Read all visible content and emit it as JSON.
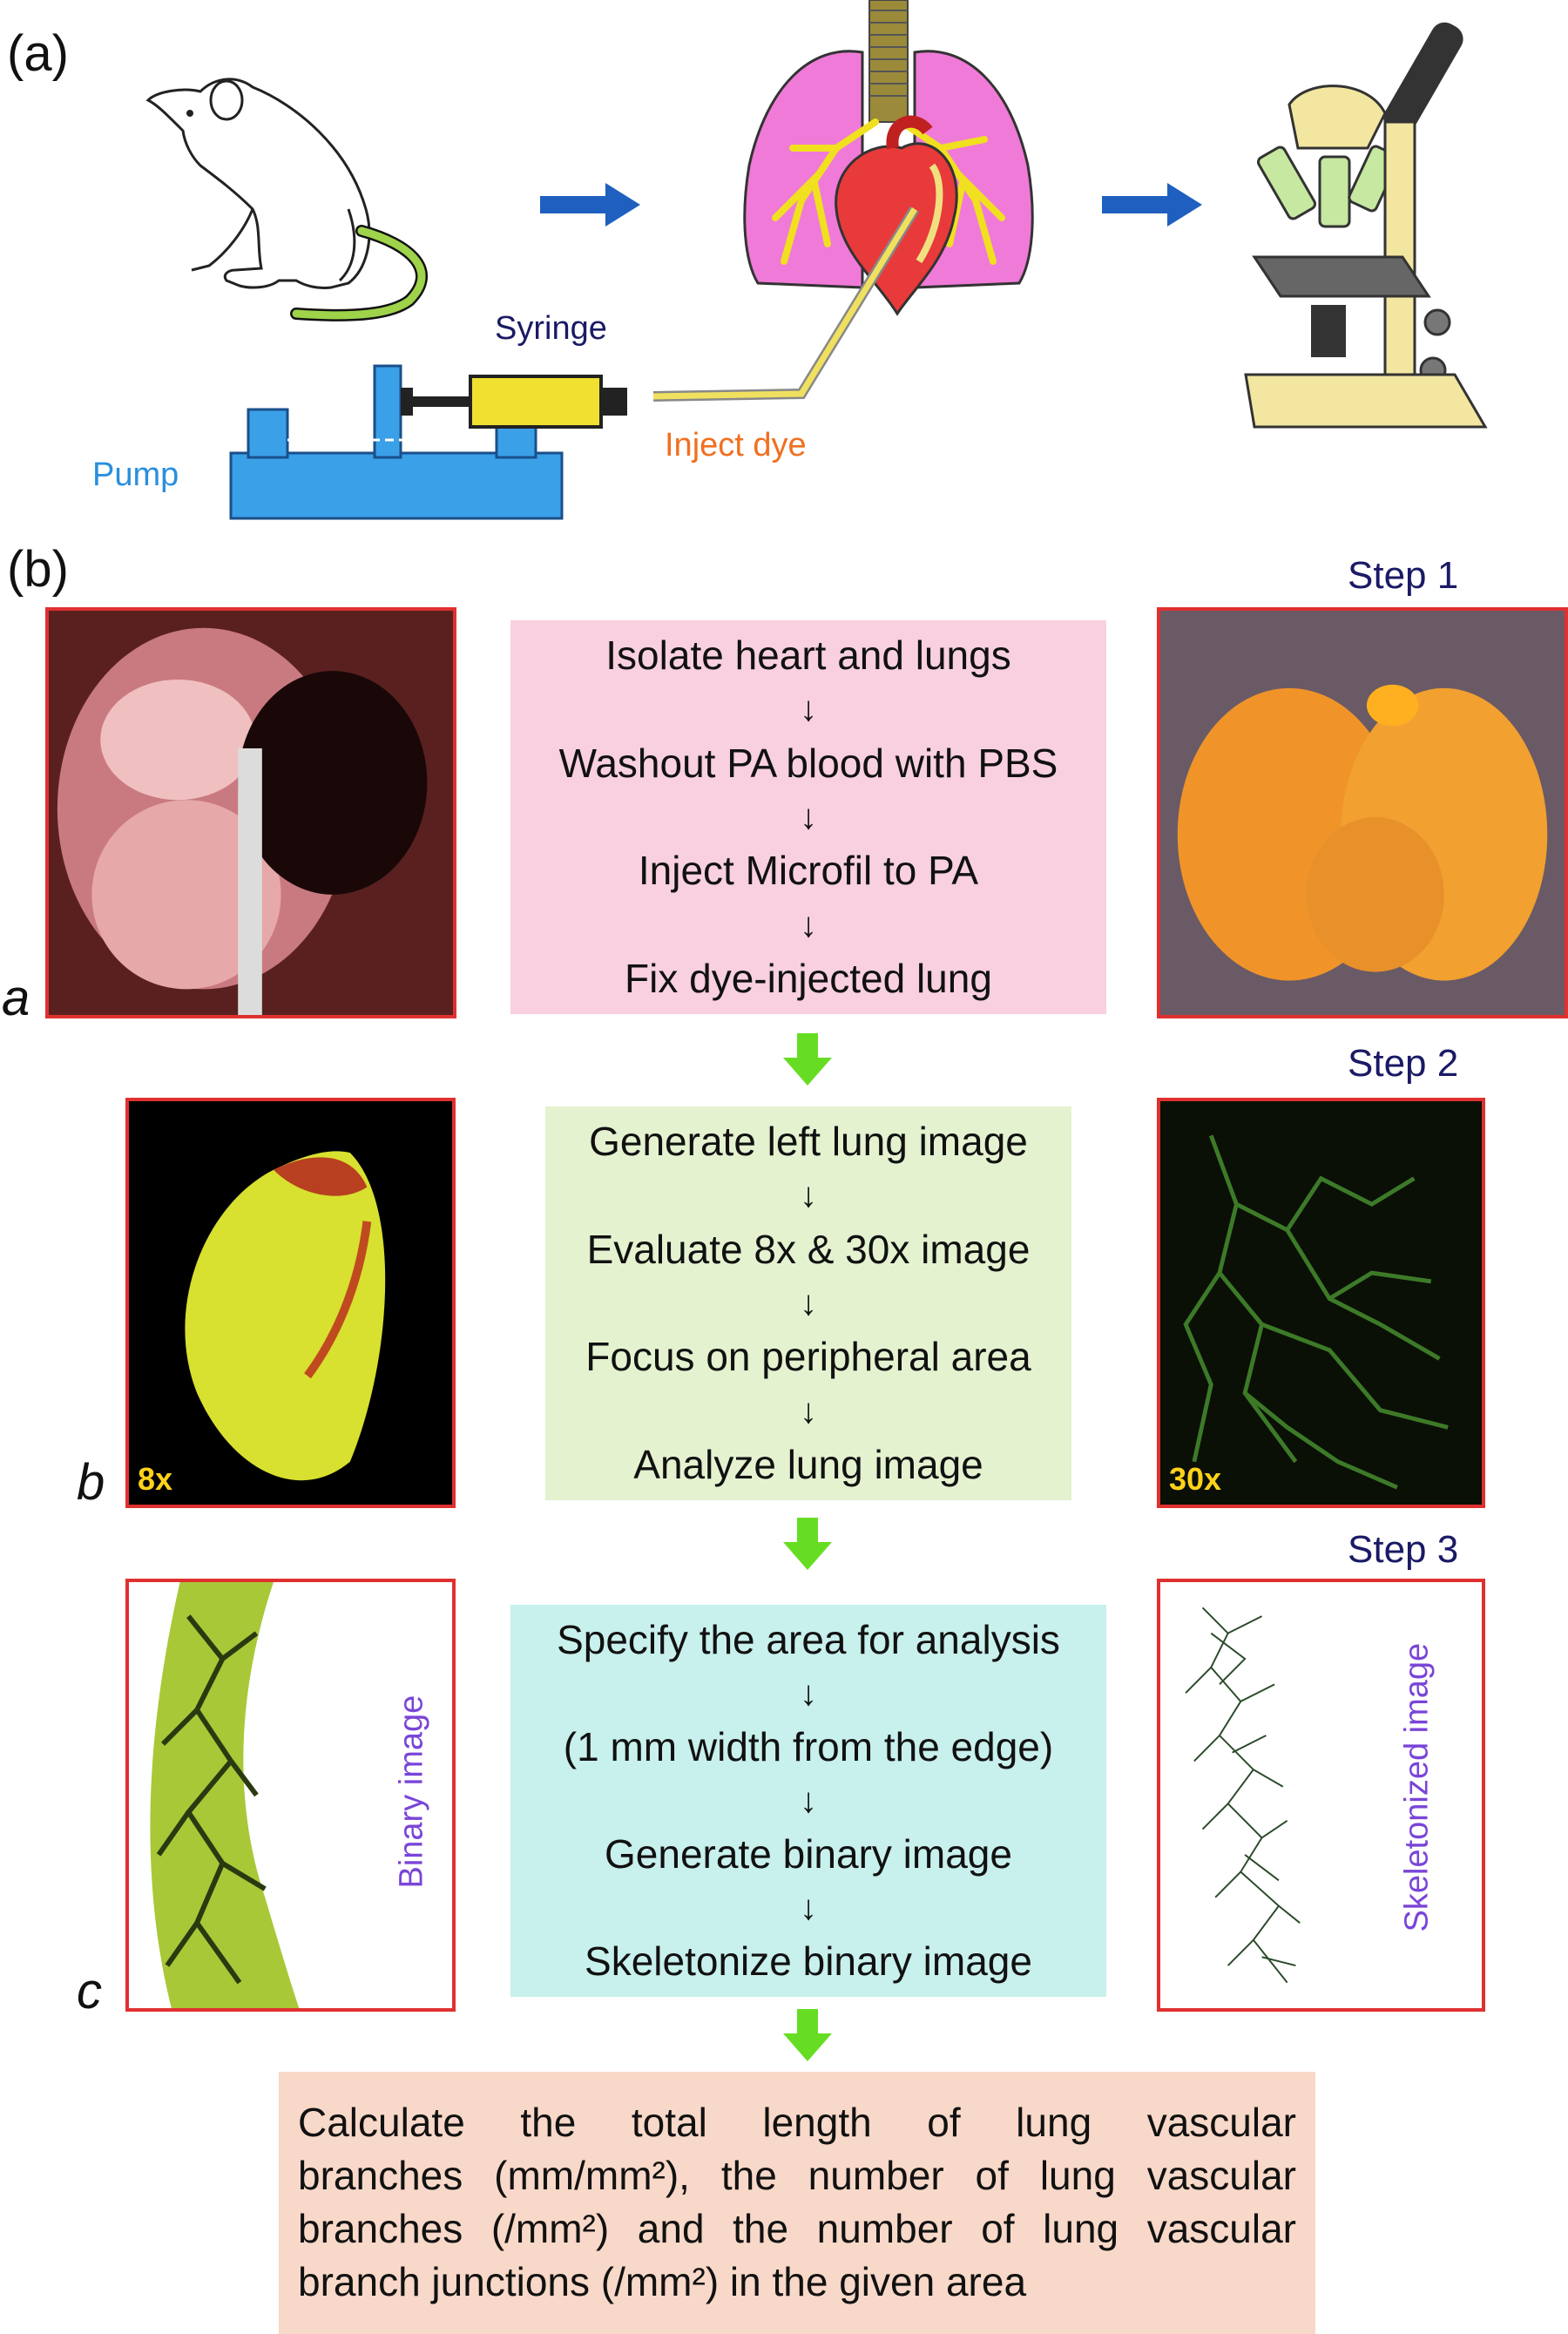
{
  "panel_a": {
    "label": "(a)",
    "syringe_label": "Syringe",
    "pump_label": "Pump",
    "inject_label": "Inject dye"
  },
  "panel_b": {
    "label": "(b)",
    "steps": [
      "Step 1",
      "Step 2",
      "Step 3"
    ],
    "rows": [
      "a",
      "b",
      "c"
    ],
    "box1": [
      "Isolate heart and lungs",
      "Washout PA blood with PBS",
      "Inject Microfil to PA",
      "Fix dye-injected lung"
    ],
    "box2": [
      "Generate left lung image",
      "Evaluate 8x & 30x image",
      "Focus on peripheral area",
      "Analyze lung image"
    ],
    "box3": [
      "Specify the area for analysis",
      "(1 mm width from the edge)",
      "Generate binary image",
      "Skeletonize binary image"
    ],
    "arrow_glyph": "↓",
    "mag_8x": "8x",
    "mag_30x": "30x",
    "binary_label": "Binary image",
    "skeleton_label": "Skeletonized image",
    "final_lines": [
      "Calculate the total length of lung vascular",
      "branches (mm/mm²), the number of lung vascular",
      "branches (/mm²) and the number of lung vascular",
      "branch junctions (/mm²) in the given area"
    ]
  },
  "colors": {
    "box1_bg": "#f8d0e0",
    "box2_bg": "#e4f2d0",
    "box3_bg": "#c8f0ec",
    "final_bg": "#f8d8c8",
    "flow_arrow": "#66dd22",
    "blue_arrow": "#1f5fbf",
    "photo_border": "#e03030",
    "pump_text": "#2a8fdc",
    "inject_text": "#f07020",
    "syringe_text": "#1a1a66"
  }
}
